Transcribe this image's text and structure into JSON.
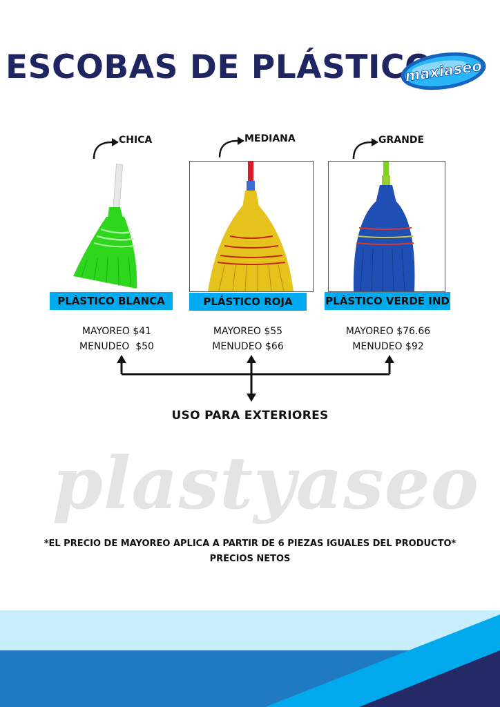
{
  "title": "ESCOBAS DE PLÁSTICO",
  "logo": {
    "text": "maxiaseo"
  },
  "products": [
    {
      "size": "CHICA",
      "name": "PLÁSTICO BLANCA",
      "mayoreo": "MAYOREO $41",
      "menudeo": "MENUDEO  $50",
      "handle_color": "#e8e8e8",
      "bristle_color": "#2fd61e"
    },
    {
      "size": "MEDIANA",
      "name": "PLÁSTICO ROJA",
      "mayoreo": "MAYOREO $55",
      "menudeo": "MENUDEO $66",
      "handle_color": "#d81c2a",
      "bristle_color": "#e6c21d"
    },
    {
      "size": "GRANDE",
      "name": "PLÁSTICO VERDE IND",
      "mayoreo": "MAYOREO $76.66",
      "menudeo": "MENUDEO $92",
      "handle_color": "#7ed321",
      "bristle_color": "#1f4fb5"
    }
  ],
  "usage": "USO PARA EXTERIORES",
  "watermark": "plastyaseo",
  "notes": {
    "line1": "*EL PRECIO DE MAYOREO APLICA A PARTIR DE 6 PIEZAS IGUALES DEL PRODUCTO*",
    "line2": "PRECIOS NETOS"
  },
  "colors": {
    "title": "#1f2560",
    "tag": "#00aaf0",
    "footer_light": "#c8edfb",
    "footer_mid": "#1f7ac2",
    "footer_bright": "#00a9ec",
    "footer_dark": "#242a66"
  }
}
